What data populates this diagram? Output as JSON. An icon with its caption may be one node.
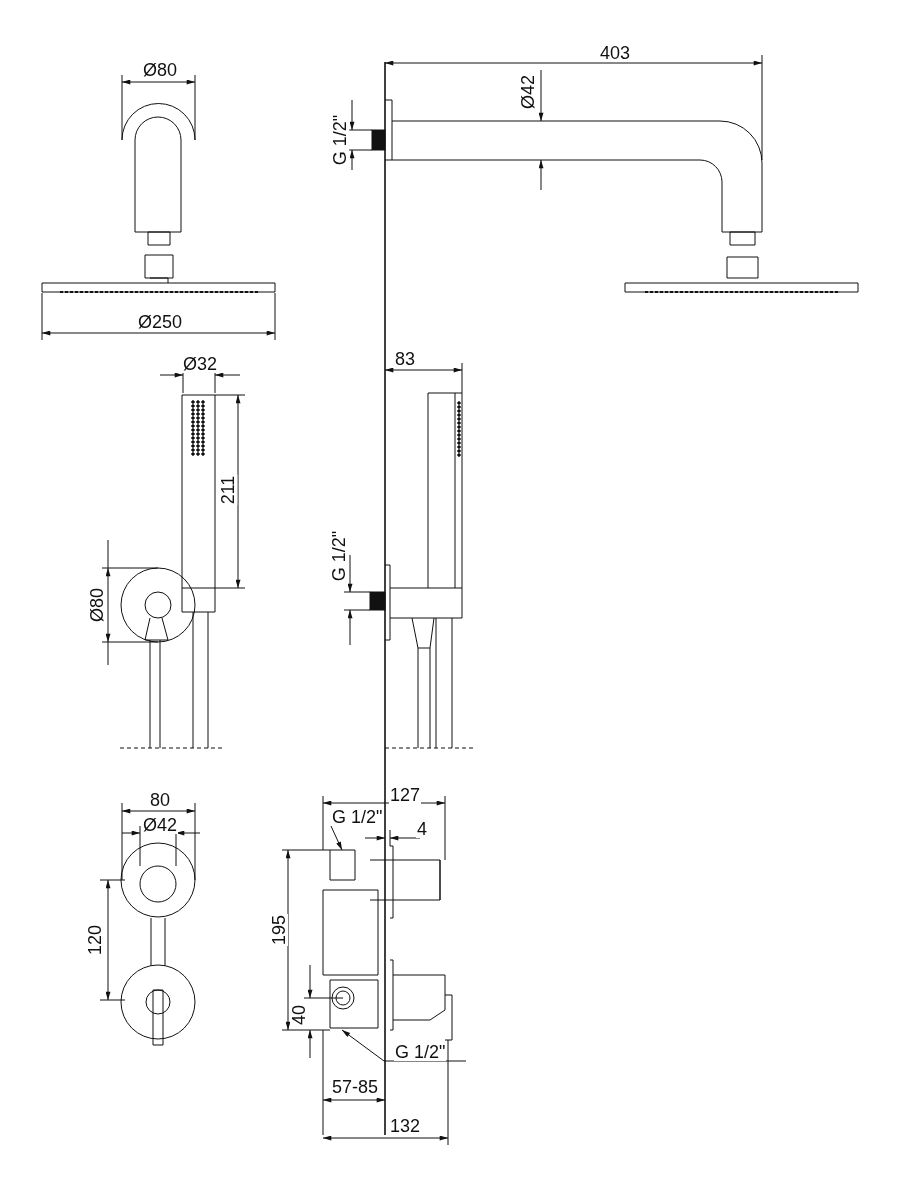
{
  "diagram": {
    "nodes": [
      {
        "text": [
          "G 1/2\""
        ]
      },
      {
        "text": [
          "G 1/2\""
        ]
      }
    ],
    "edges": [
      {
        "from": 0,
        "to": null,
        "arrow": "to"
      },
      {
        "from": 1,
        "to": null,
        "arrow": "to"
      }
    ],
    "labels": [
      "Ø80",
      "403",
      "Ø42",
      "G 1/2\"",
      "Ø250",
      "Ø32",
      "83",
      "211",
      "G 1/2\"",
      "Ø80",
      "80",
      "127",
      "Ø42",
      "4",
      "120",
      "195",
      "40",
      "57-85",
      "132"
    ]
  }
}
